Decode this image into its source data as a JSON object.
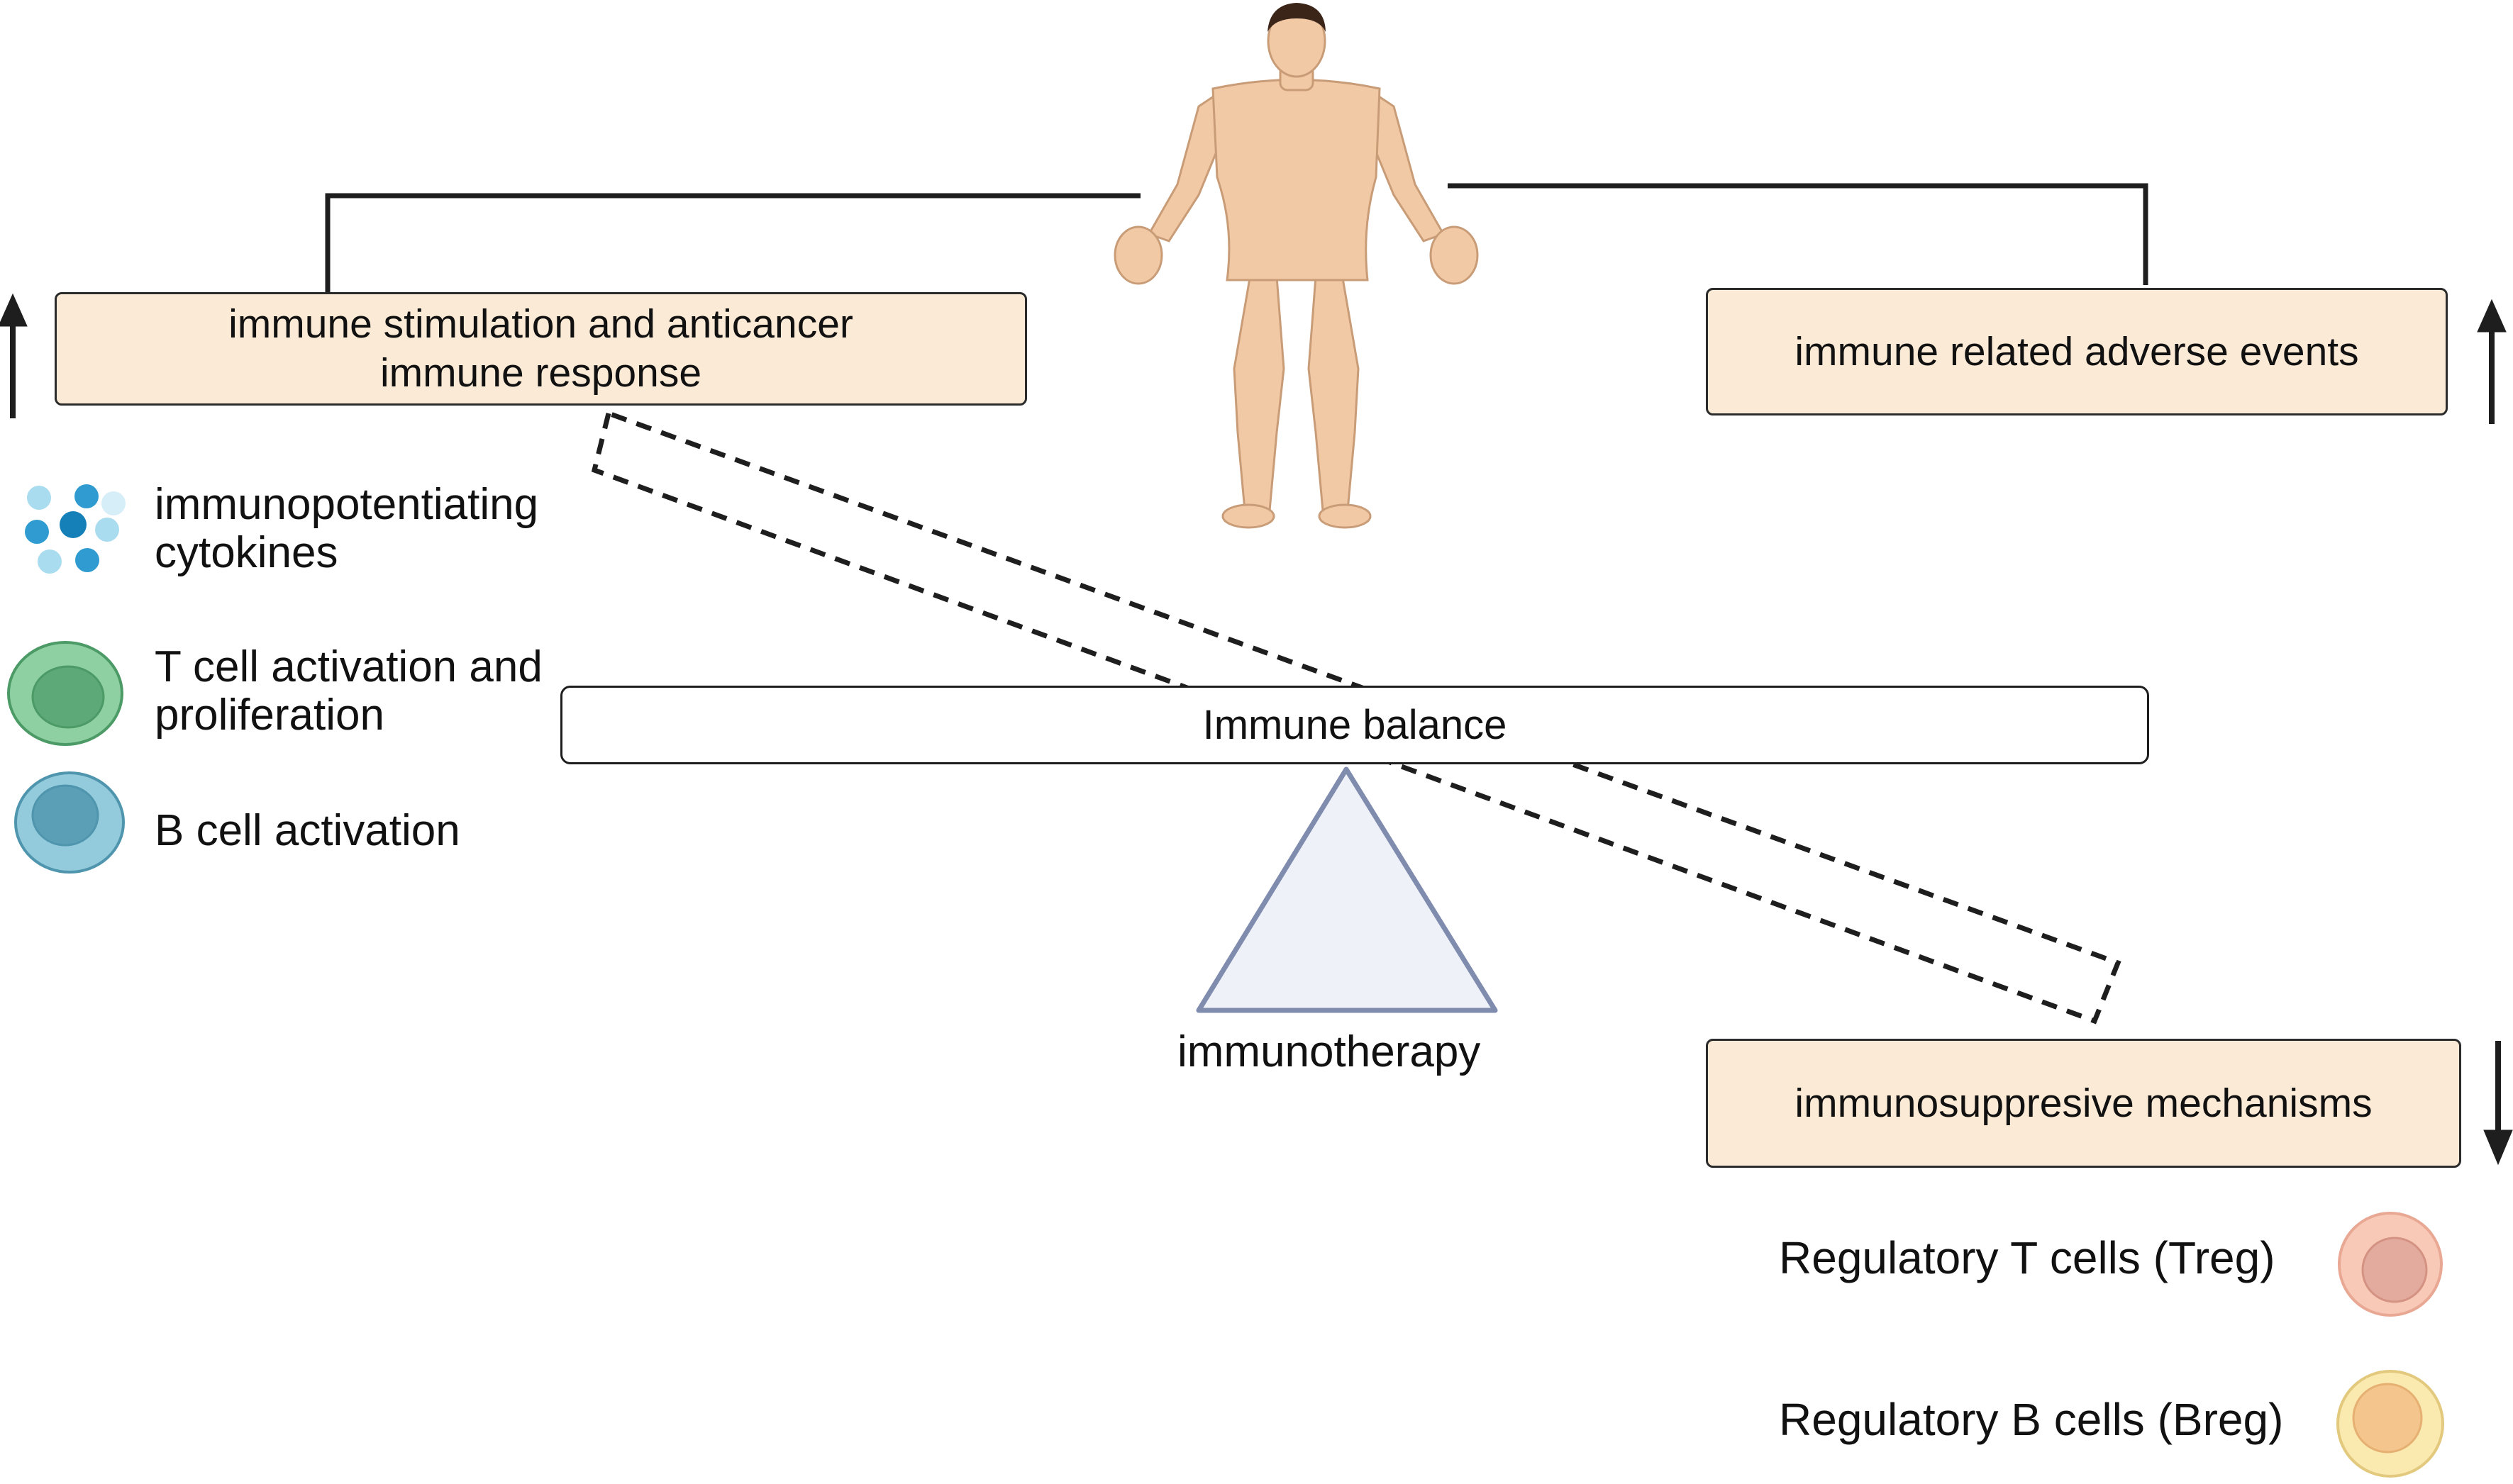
{
  "diagram": {
    "top_left_box": {
      "line1": "immune stimulation and anticancer",
      "line2": "immune response"
    },
    "top_right_box": "immune related adverse events",
    "balance_label": "Immune balance",
    "fulcrum_label": "immunotherapy",
    "bottom_right_box": "immunosuppresive mechanisms",
    "stimulators": [
      {
        "line1": "immunopotentiating",
        "line2": "cytokines",
        "icon": "cytokine-cluster-icon"
      },
      {
        "line1": "T cell activation and",
        "line2": "proliferation",
        "icon": "t-cell-icon"
      },
      {
        "line1": "B cell activation",
        "line2": "",
        "icon": "b-cell-icon"
      }
    ],
    "suppressors": [
      {
        "label": "Regulatory T cells (Treg)",
        "icon": "treg-cell-icon"
      },
      {
        "label": "Regulatory B cells (Breg)",
        "icon": "breg-cell-icon"
      }
    ],
    "trend_up_left": "up-arrow-icon",
    "trend_up_right": "up-arrow-icon",
    "trend_down_right": "down-arrow-icon",
    "colors": {
      "box_fill": "#fbebd6",
      "fulcrum_fill": "#eef1f8",
      "fulcrum_stroke": "#7f8cae",
      "skin": "#f2c9a5",
      "t_cell": "#6db883",
      "b_cell": "#6aaec4",
      "treg": "#f6c4b2",
      "breg": "#f7e2a2",
      "cytokine": "#2f9bd0"
    }
  }
}
